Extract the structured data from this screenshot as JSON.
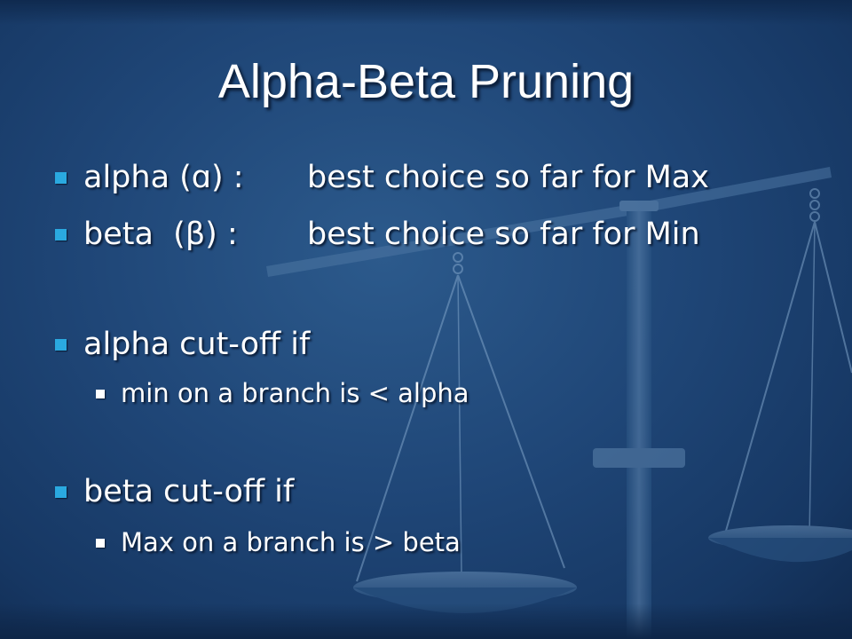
{
  "slide": {
    "title": "Alpha-Beta Pruning",
    "bullets": [
      {
        "term": "alpha (ɑ) :",
        "definition": "best choice so far for Max"
      },
      {
        "term": "beta  (β) :",
        "definition": "best choice so far for Min"
      },
      {
        "text": "alpha cut-off if"
      },
      {
        "text": "min on a branch is < alpha"
      },
      {
        "text": "beta cut-off if"
      },
      {
        "text": "Max on a branch is > beta"
      }
    ]
  },
  "theme": {
    "background": "#1f4677",
    "bullet_accent": "#2aa9e0",
    "text": "#ffffff"
  },
  "icons": {
    "background_art": "balance-scale-icon",
    "bullet_marker": "square-bullet-icon"
  }
}
